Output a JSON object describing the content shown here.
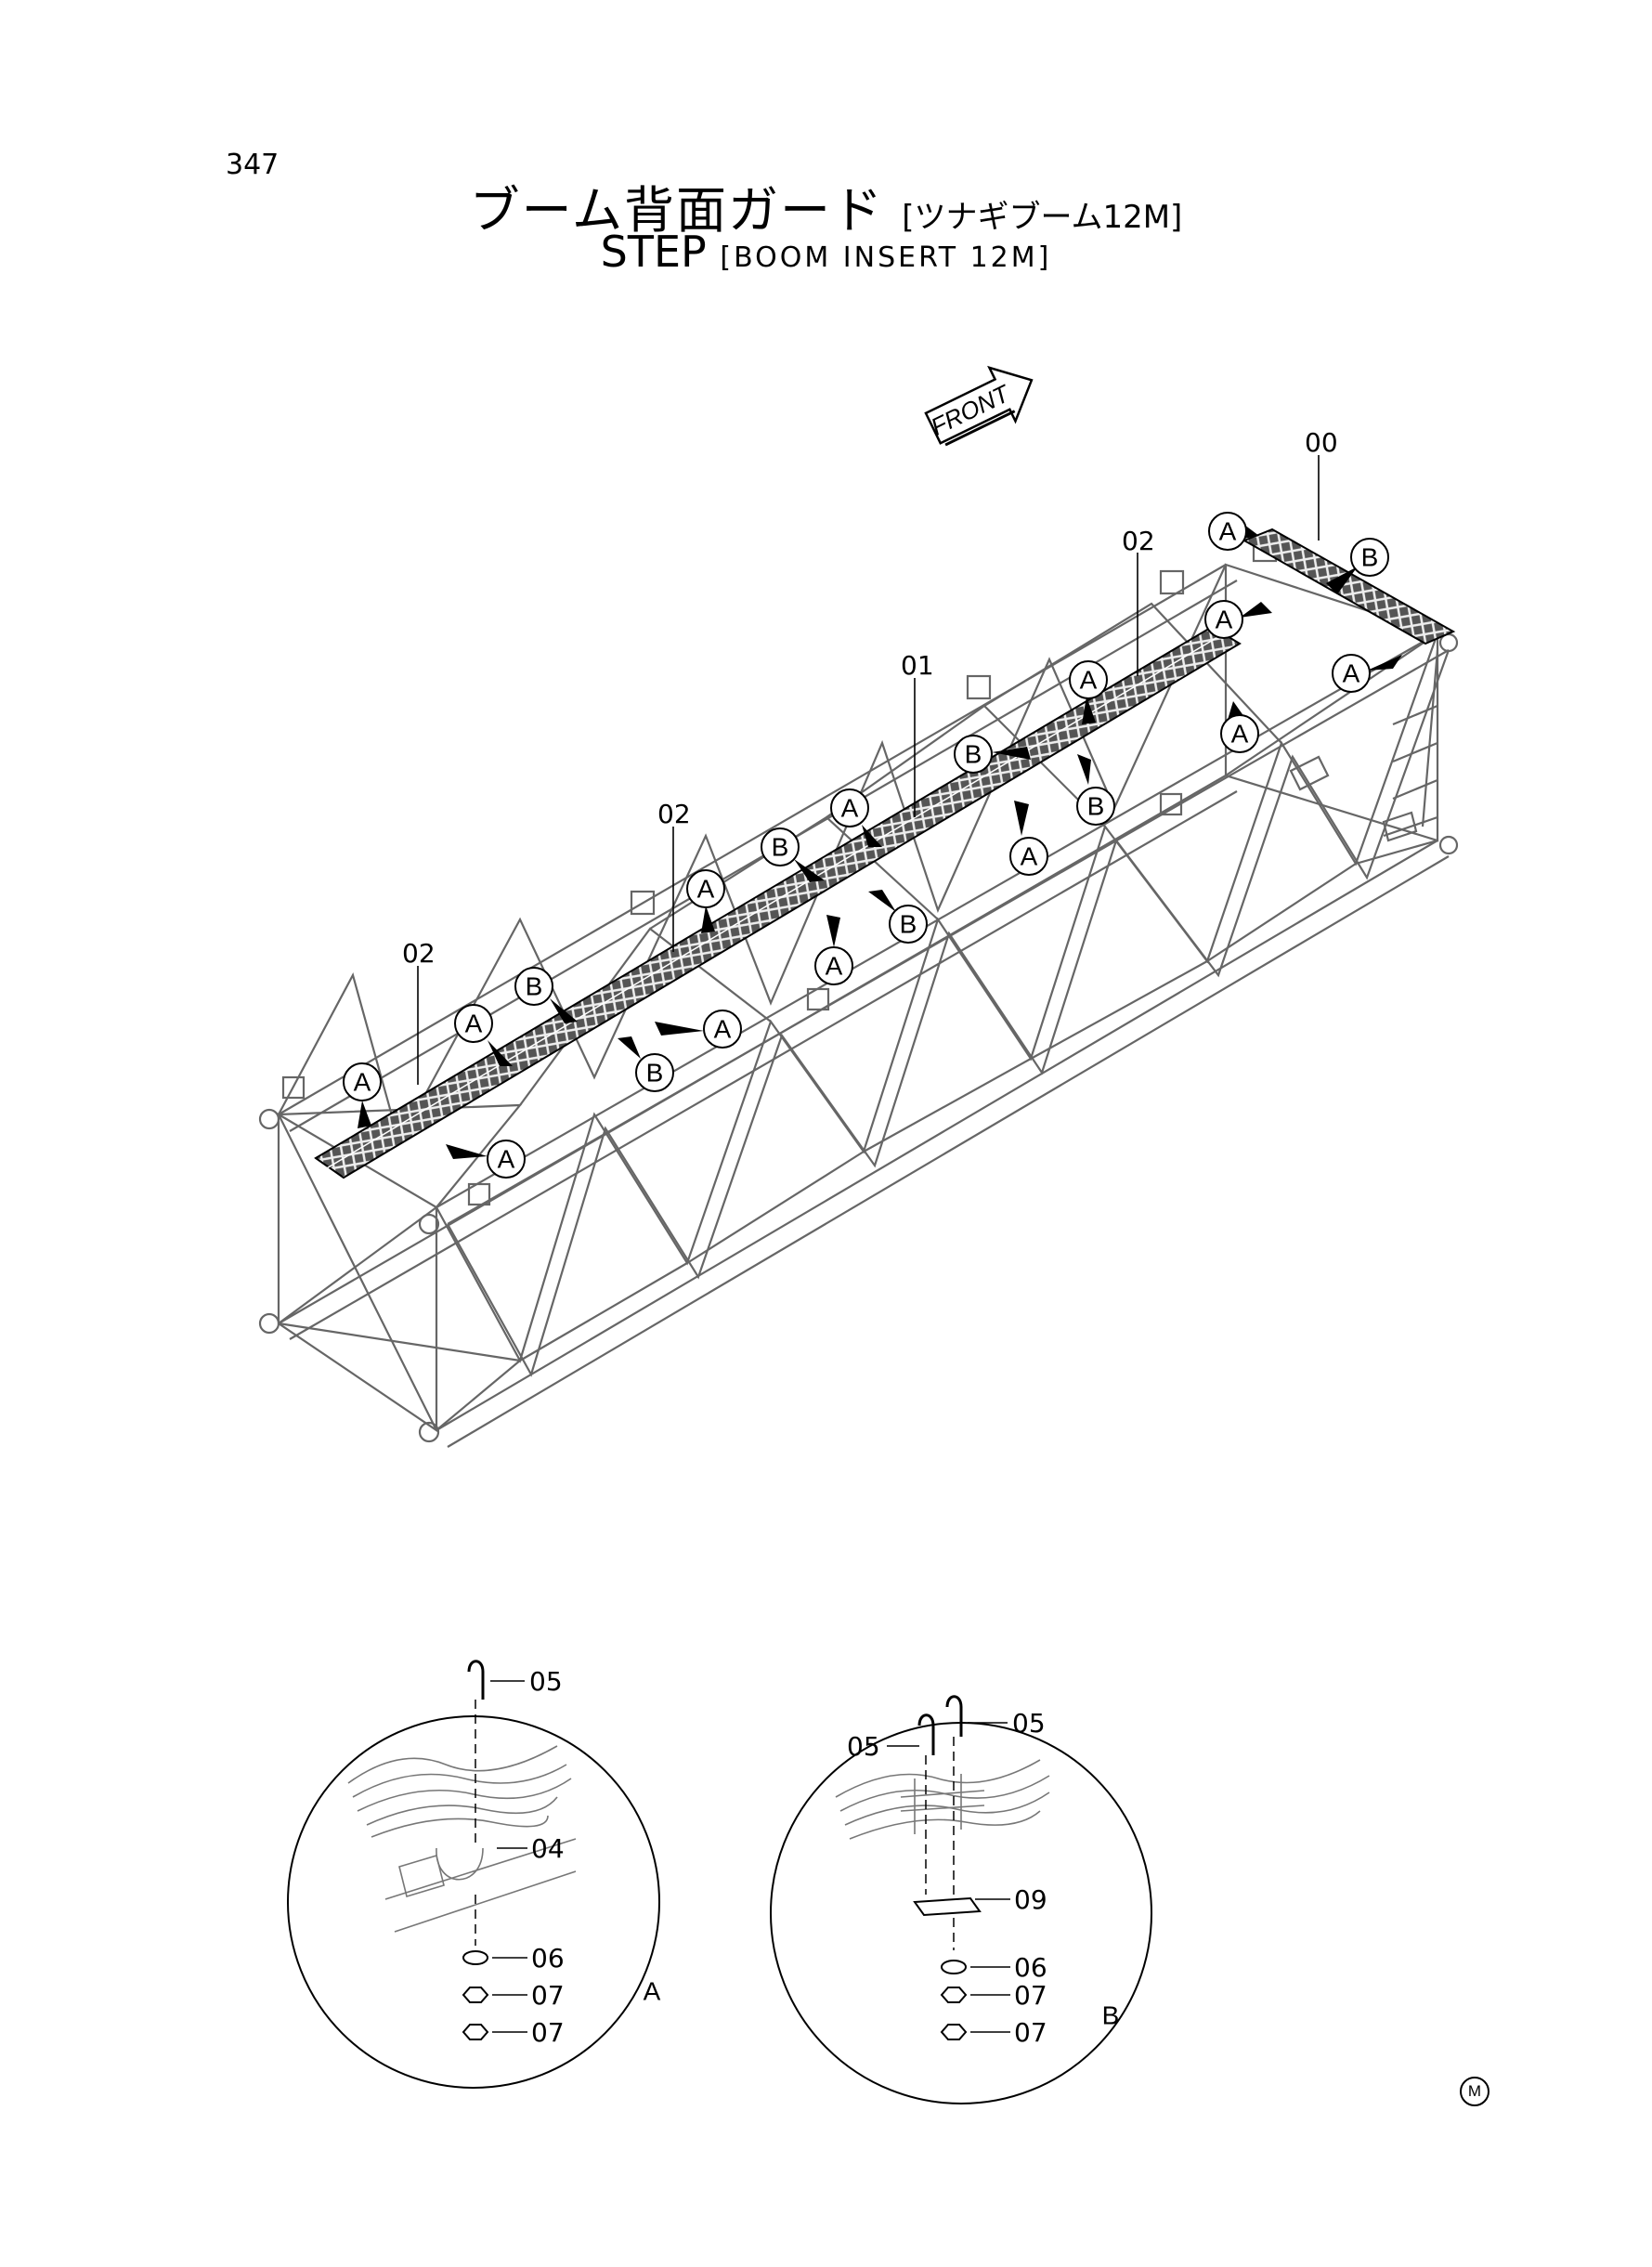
{
  "header": {
    "page_number": "347",
    "title_jp": "ブーム背面ガード",
    "subtitle_jp": "[ツナギブーム12M]",
    "title_en": "STEP",
    "subtitle_en": "[BOOM INSERT 12M]"
  },
  "front_arrow": {
    "label": "FRONT"
  },
  "part_labels": {
    "assembly": "00",
    "center_step": "01",
    "end_step": "02",
    "clamp": "04",
    "hook_bolt": "05",
    "washer": "06",
    "nut": "07",
    "plate": "09"
  },
  "callouts": {
    "a": "A",
    "b": "B"
  },
  "details": {
    "a": {
      "title": "A"
    },
    "b": {
      "title": "B"
    }
  },
  "mark": {
    "symbol": "M"
  }
}
